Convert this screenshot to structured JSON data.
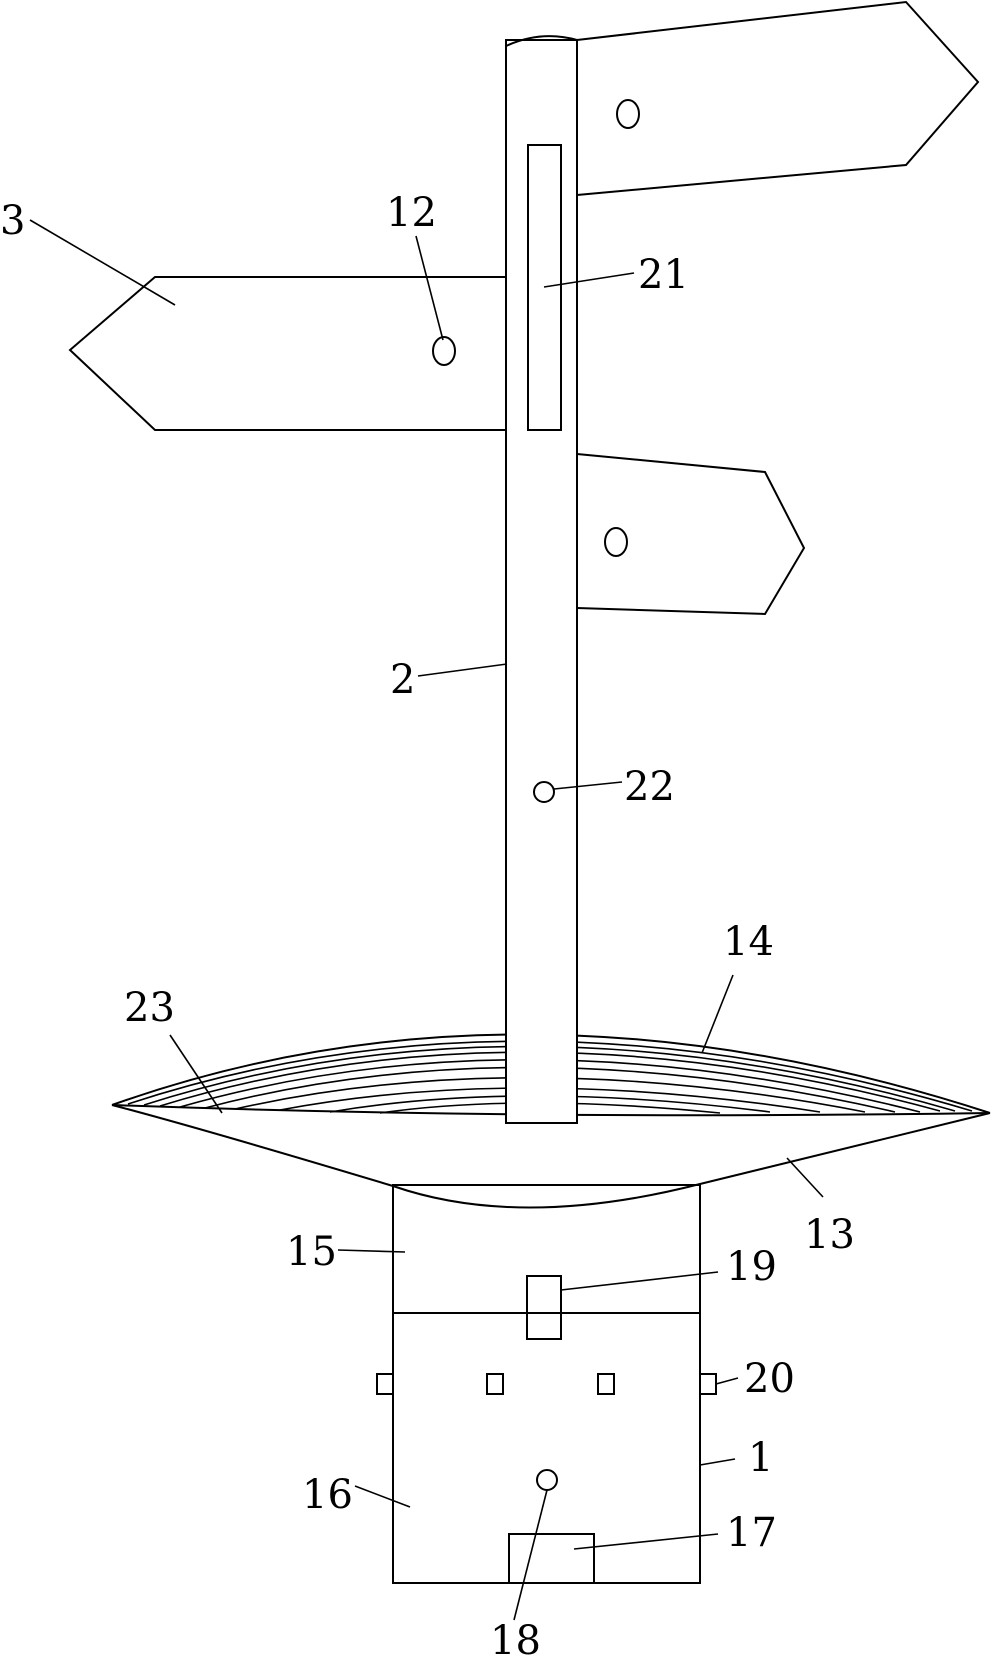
{
  "figure": {
    "labels": {
      "l1": "1",
      "l2": "2",
      "l3": "3",
      "l12": "12",
      "l13": "13",
      "l14": "14",
      "l15": "15",
      "l16": "16",
      "l17": "17",
      "l18": "18",
      "l19": "19",
      "l20": "20",
      "l21": "21",
      "l22": "22",
      "l23": "23"
    }
  }
}
